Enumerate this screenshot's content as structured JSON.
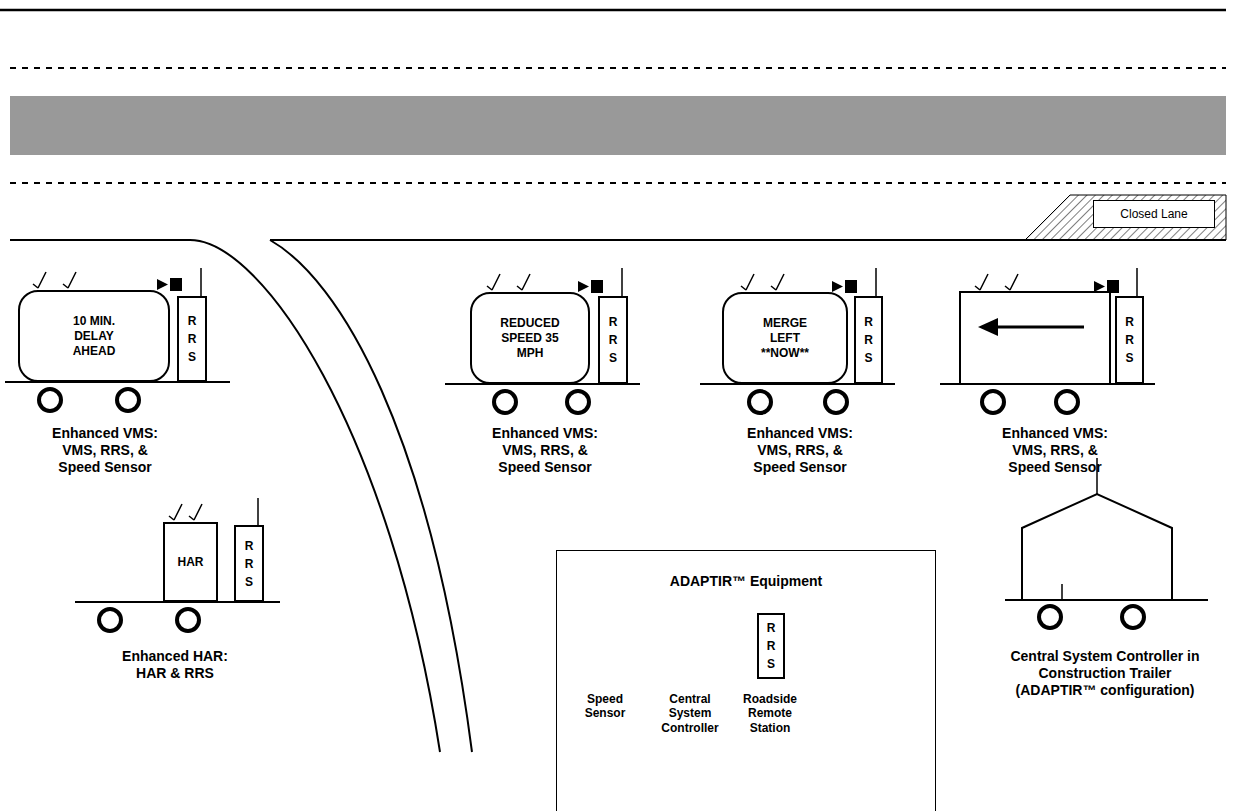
{
  "diagram": {
    "nodes": [
      {
        "text": [
          "Closed Lane"
        ]
      },
      {
        "text": [
          "10 MIN. DELAY AHEAD"
        ]
      },
      {
        "text": [
          "R R S"
        ]
      },
      {
        "text": [
          "REDUCED SPEED 35 MPH"
        ]
      },
      {
        "text": [
          "R R S"
        ]
      },
      {
        "text": [
          "MERGE LEFT **NOW**"
        ]
      },
      {
        "text": [
          "R R S"
        ]
      },
      {
        "text": [
          "R R S"
        ]
      },
      {
        "text": [
          "HAR"
        ]
      },
      {
        "text": [
          "R R S"
        ]
      },
      {
        "text": [
          "ADAPTIR™ Equipment"
        ]
      },
      {
        "text": [
          "R R S"
        ],
        "in": 10
      }
    ],
    "labels": [
      "Enhanced VMS: VMS, RRS, & Speed Sensor",
      "Enhanced VMS: VMS, RRS, & Speed Sensor",
      "Enhanced VMS: VMS, RRS, & Speed Sensor",
      "Enhanced VMS: VMS, RRS, & Speed Sensor",
      "Enhanced HAR: HAR & RRS",
      "Central System Controller in Construction Trailer (ADAPTIR™ configuration)"
    ],
    "legend": [
      {
        "text": "Speed Sensor"
      },
      {
        "text": "Central System Controller"
      },
      {
        "text": "Roadside Remote Station"
      }
    ]
  }
}
